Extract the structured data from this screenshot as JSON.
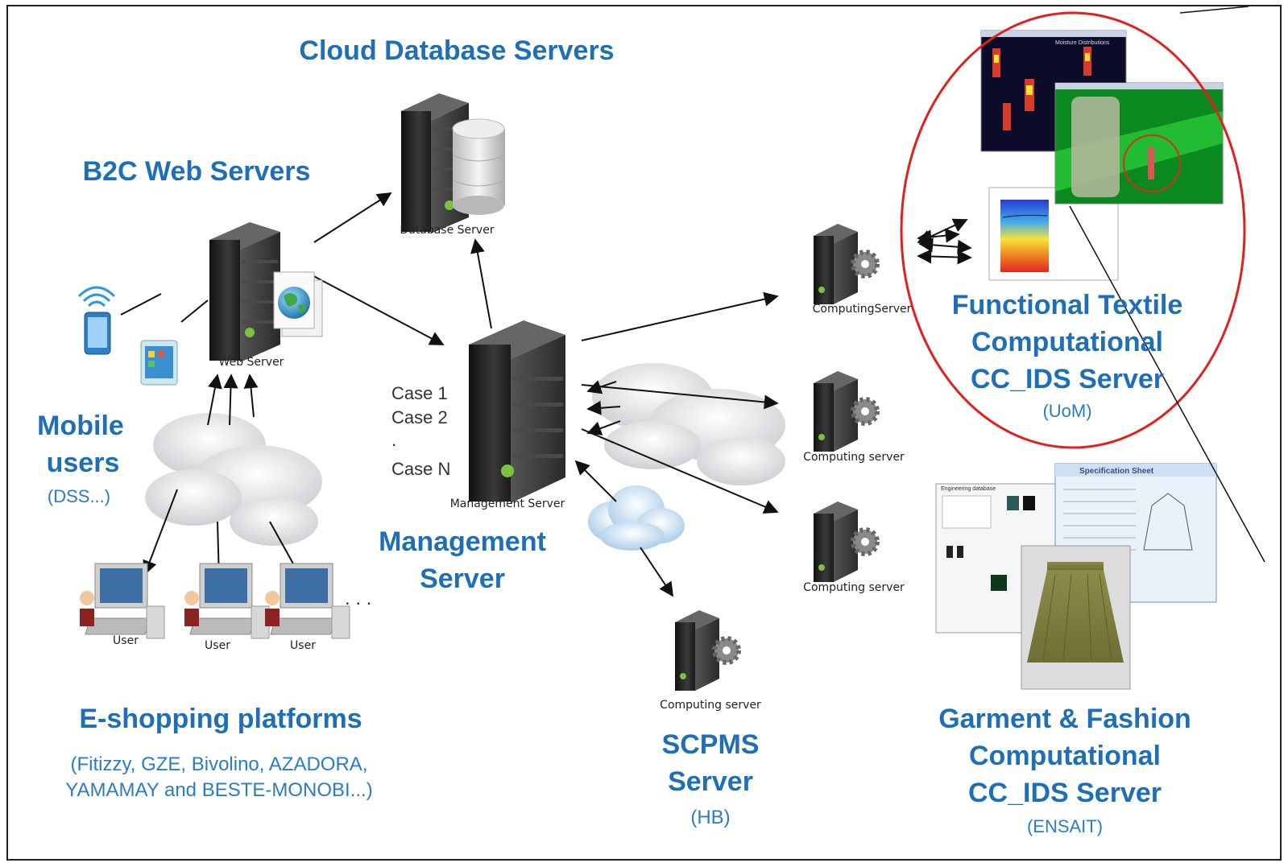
{
  "titles": {
    "cloud_db": "Cloud Database Servers",
    "b2c": "B2C Web Servers",
    "mobile_line1": "Mobile",
    "mobile_line2": "users",
    "mobile_sub": "(DSS...)",
    "eshop": "E-shopping platforms",
    "eshop_sub1": "(Fitizzy, GZE, Bivolino, AZADORA,",
    "eshop_sub2": "YAMAMAY and BESTE-MONOBI...)",
    "mgmt_line1": "Management",
    "mgmt_line2": "Server",
    "scpms_line1": "SCPMS",
    "scpms_line2": "Server",
    "scpms_sub": "(HB)",
    "ft_line1": "Functional Textile",
    "ft_line2": "Computational",
    "ft_line3": "CC_IDS Server",
    "ft_sub": "(UoM)",
    "gf_line1": "Garment & Fashion",
    "gf_line2": "Computational",
    "gf_line3": "CC_IDS Server",
    "gf_sub": "(ENSAIT)"
  },
  "labels": {
    "database_server": "Database Server",
    "web_server": "Web Server",
    "management_server": "Management Server",
    "computing_server_1": "ComputingServer",
    "computing_server_2": "Computing server",
    "computing_server_3": "Computing server",
    "computing_server_4": "Computing server",
    "user_1": "User",
    "user_2": "User",
    "user_3": "User",
    "ellipsis": ". . .",
    "case_1": "Case 1",
    "case_2": "Case 2",
    "case_dot": ".",
    "case_n": "Case N"
  },
  "screens": {
    "spec_sheet_title": "Specification Sheet",
    "eng_db_title": "Engineering database",
    "moisture_title": "Moisture Distributions"
  },
  "colors": {
    "heading_blue": "#1f6fb7",
    "highlight_ring": "#e0201c",
    "server_body": "#2b2b2b",
    "server_led": "#7cc242"
  },
  "icons": [
    "server-icon",
    "database-cylinder-icon",
    "globe-icon",
    "gear-icon",
    "cloud-icon",
    "desktop-computer-icon",
    "person-icon",
    "smartphone-icon",
    "tablet-icon",
    "wifi-icon"
  ]
}
